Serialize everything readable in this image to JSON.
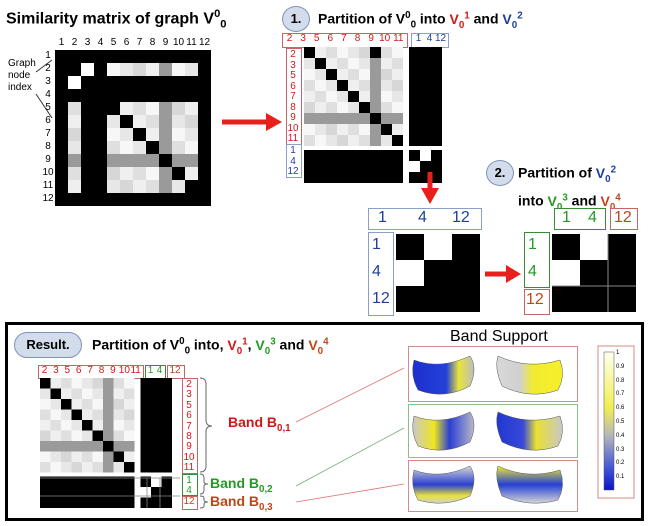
{
  "similarity": {
    "title": "Similarity matrix of graph V",
    "title_sup": "0",
    "title_sub": "0",
    "axis_label_lines": [
      "Graph",
      "node",
      "index"
    ],
    "col_ticks": [
      "1",
      "2",
      "3",
      "4",
      "5",
      "6",
      "7",
      "8",
      "9",
      "10",
      "11",
      "12"
    ],
    "row_ticks": [
      "1",
      "2",
      "3",
      "4",
      "5",
      "6",
      "7",
      "8",
      "9",
      "10",
      "11",
      "12"
    ]
  },
  "step1": {
    "badge": "1.",
    "title_parts": [
      "Partition of V",
      "0",
      "0",
      " into ",
      "V",
      "0",
      "1",
      " and ",
      "V",
      "0",
      "2"
    ],
    "cols_a": [
      "2",
      "3",
      "5",
      "6",
      "7",
      "8",
      "9",
      "10",
      "11"
    ],
    "cols_b": [
      "1",
      "4",
      "12"
    ],
    "rows_a": [
      "2",
      "3",
      "5",
      "6",
      "7",
      "8",
      "9",
      "10",
      "11"
    ],
    "rows_b": [
      "1",
      "4",
      "12"
    ]
  },
  "step2": {
    "badge": "2.",
    "line1": [
      "Partition of ",
      "V",
      "0",
      "2"
    ],
    "line2": [
      "into ",
      "V",
      "0",
      "3",
      " and ",
      "V",
      "0",
      "4"
    ],
    "sub_ticks": [
      "1",
      "4",
      "12"
    ],
    "green_ticks": [
      "1",
      "4"
    ],
    "brown_tick": "12"
  },
  "result": {
    "badge": "Result.",
    "title_parts": [
      "Partition of V",
      "0",
      "0",
      " into, ",
      "V",
      "0",
      "1",
      ", ",
      "V",
      "0",
      "3",
      " and ",
      "V",
      "0",
      "4"
    ],
    "cols_red": [
      "2",
      "3",
      "5",
      "6",
      "7",
      "8",
      "9",
      "10",
      "11"
    ],
    "cols_green": [
      "1",
      "4"
    ],
    "cols_brown": [
      "12"
    ],
    "bands": [
      {
        "label": "Band B",
        "sub": "0,1"
      },
      {
        "label": "Band B",
        "sub": "0,2"
      },
      {
        "label": "Band B",
        "sub": "0,3"
      }
    ],
    "band_support_title": "Band Support",
    "colorbar_ticks": [
      "1",
      "0.9",
      "0.8",
      "0.7",
      "0.6",
      "0.5",
      "0.4",
      "0.3",
      "0.2",
      "0.1"
    ]
  },
  "colors": {
    "red": "#d11818",
    "blue": "#1e3f9a",
    "green": "#239a23",
    "brown": "#c0451b",
    "arrow": "#e8201c",
    "badge_fill": "#d3dcea"
  }
}
